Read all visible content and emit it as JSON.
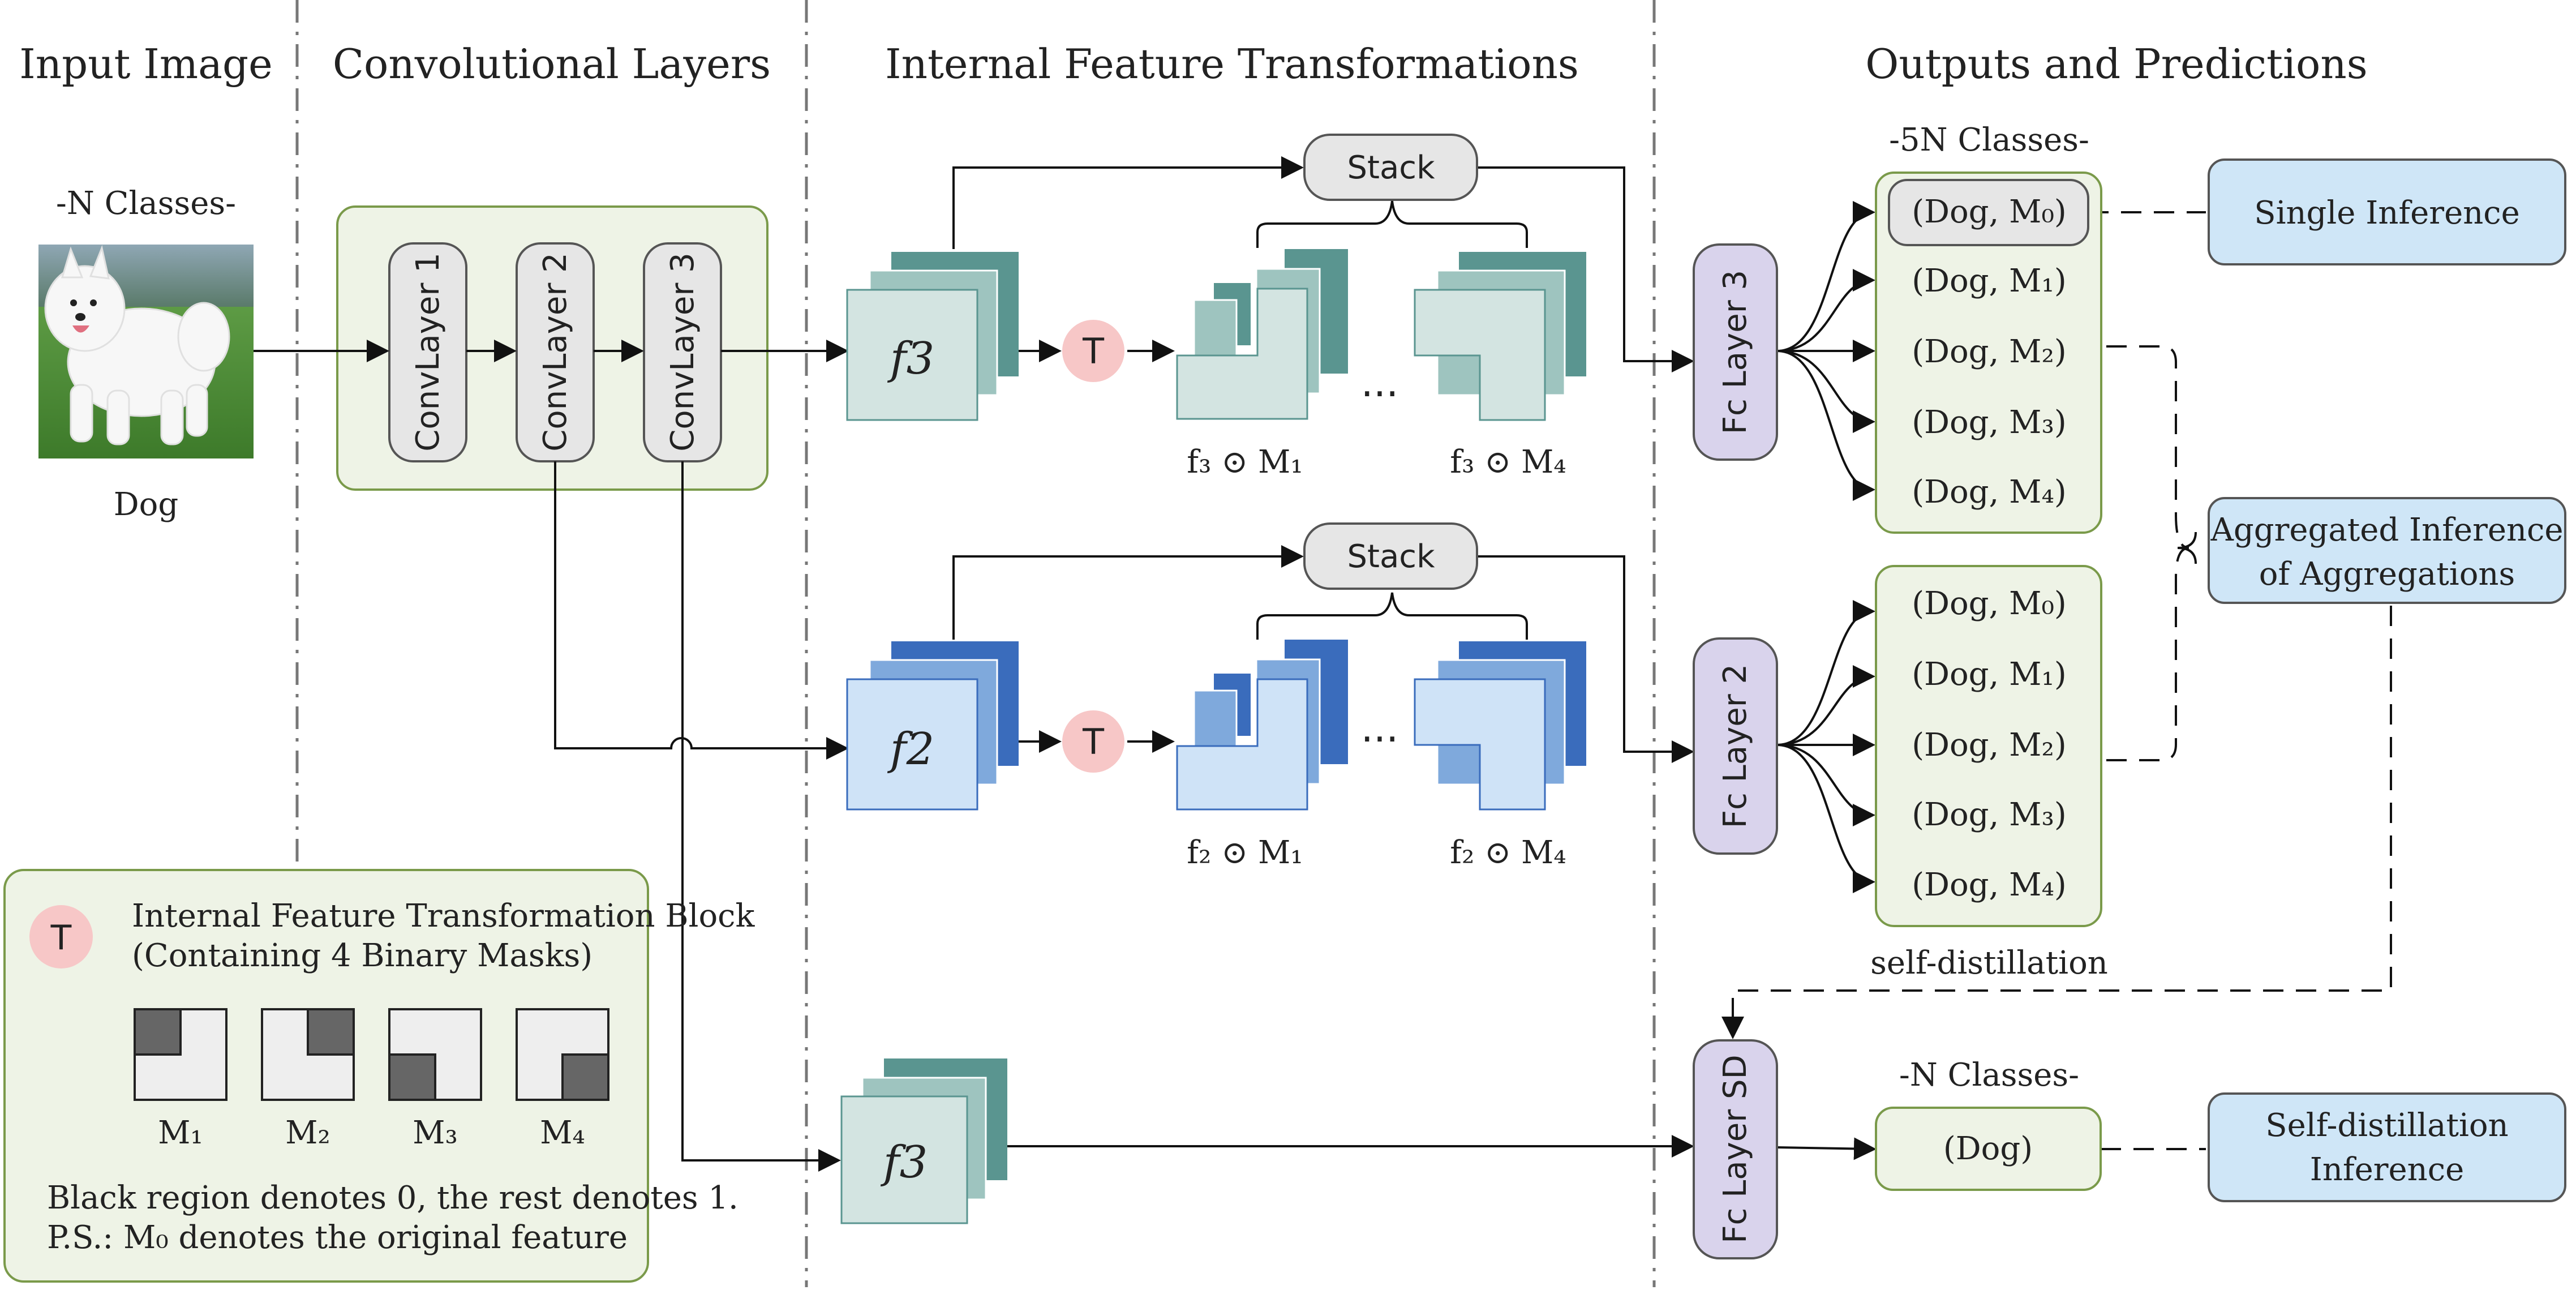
{
  "headers": {
    "input": "Input Image",
    "conv": "Convolutional Layers",
    "transform": "Internal Feature Transformations",
    "outputs": "Outputs and Predictions"
  },
  "input": {
    "n_classes": "-N Classes-",
    "dog_label": "Dog"
  },
  "conv_layers": [
    "ConvLayer 1",
    "ConvLayer 2",
    "ConvLayer 3"
  ],
  "transform": {
    "stack": "Stack",
    "t_block": "T",
    "ellipsis": "···",
    "row1": {
      "feature": "f3",
      "mask_first": "f₃ ⊙ M₁",
      "mask_last": "f₃ ⊙ M₄"
    },
    "row2": {
      "feature": "f2",
      "mask_first": "f₂ ⊙ M₁",
      "mask_last": "f₂ ⊙ M₄"
    },
    "row3": {
      "feature": "f3"
    }
  },
  "fc_layers": [
    "Fc Layer 3",
    "Fc Layer 2",
    "Fc Layer SD"
  ],
  "outputs": {
    "five_n": "-5N Classes-",
    "n_classes": "-N Classes-",
    "group1": [
      "(Dog,  M₀)",
      "(Dog,  M₁)",
      "(Dog,  M₂)",
      "(Dog,  M₃)",
      "(Dog,  M₄)"
    ],
    "group2": [
      "(Dog,  M₀)",
      "(Dog,  M₁)",
      "(Dog,  M₂)",
      "(Dog,  M₃)",
      "(Dog,  M₄)"
    ],
    "sd_output": "(Dog)",
    "self_distillation": "self-distillation"
  },
  "inference": {
    "single": "Single Inference",
    "aggregated_line1": "Aggregated Inference",
    "aggregated_line2": "of Aggregations",
    "sd_line1": "Self-distillation",
    "sd_line2": "Inference"
  },
  "legend": {
    "t_symbol": "T",
    "title_line1": "Internal Feature Transformation Block",
    "title_line2": "(Containing 4 Binary Masks)",
    "masks": [
      "M₁",
      "M₂",
      "M₃",
      "M₄"
    ],
    "note1": "Black region denotes 0, the rest denotes 1.",
    "note2": "P.S.: M₀ denotes the original feature"
  },
  "colors": {
    "green_panel": "#eef3e6",
    "green_border": "#7a9a4a",
    "conv_fill": "#e6e6e6",
    "teal_dark": "#5a9590",
    "teal_mid": "#9ec4bf",
    "teal_light": "#d3e4e1",
    "blue_dark": "#3a6cbc",
    "blue_mid": "#7fa9dc",
    "blue_light": "#cfe3f7",
    "t_circle": "#f7c7c7",
    "fc_fill": "#d9d3ec",
    "inference_fill": "#cfe6f7"
  }
}
